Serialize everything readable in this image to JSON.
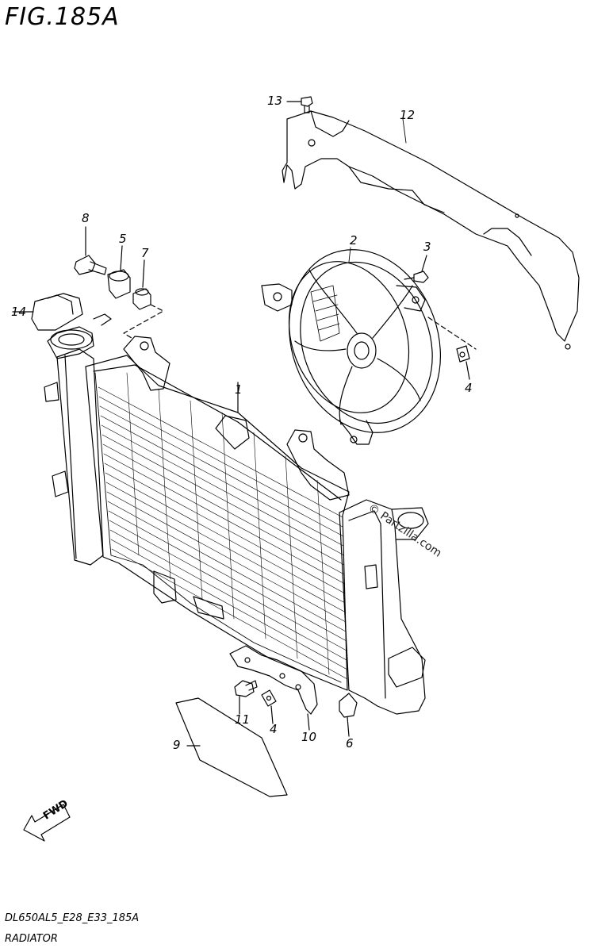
{
  "figure": {
    "title": "FIG.185A",
    "code": "DL650AL5_E28_E33_185A",
    "name": "RADIATOR"
  },
  "watermark": "© Partzilla.com",
  "fwd": "FWD",
  "callouts": {
    "c1": "1",
    "c2": "2",
    "c3": "3",
    "c4a": "4",
    "c4b": "4",
    "c5": "5",
    "c6": "6",
    "c7": "7",
    "c8": "8",
    "c9": "9",
    "c10": "10",
    "c11": "11",
    "c12": "12",
    "c13": "13",
    "c14": "14"
  }
}
